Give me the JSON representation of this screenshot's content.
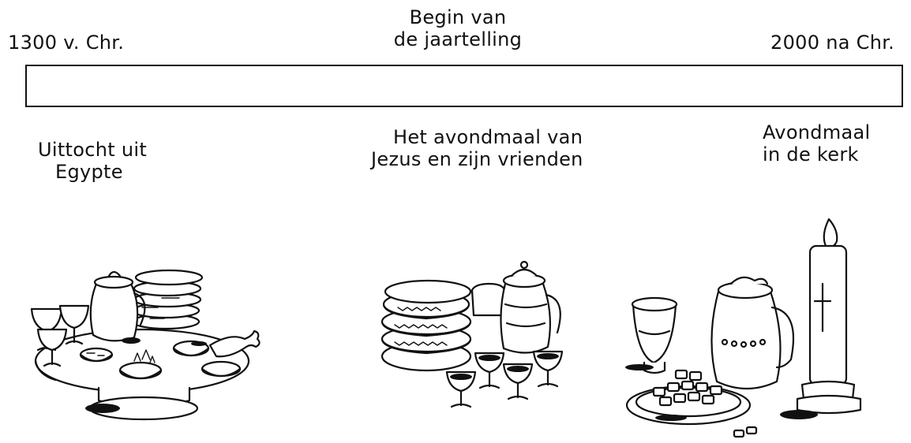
{
  "timeline": {
    "start_label": "1300 v. Chr.",
    "middle_label_line1": "Begin van",
    "middle_label_line2": "de jaartelling",
    "end_label": "2000 na Chr."
  },
  "events": [
    {
      "line1": "Uittocht uit",
      "line2": "Egypte"
    },
    {
      "line1": "Het avondmaal van",
      "line2": "Jezus en zijn vrienden"
    },
    {
      "line1": "Avondmaal",
      "line2": "in de kerk"
    }
  ],
  "illustrations": [
    {
      "icon": "passover-table-icon"
    },
    {
      "icon": "last-supper-table-icon"
    },
    {
      "icon": "church-communion-icon"
    }
  ]
}
